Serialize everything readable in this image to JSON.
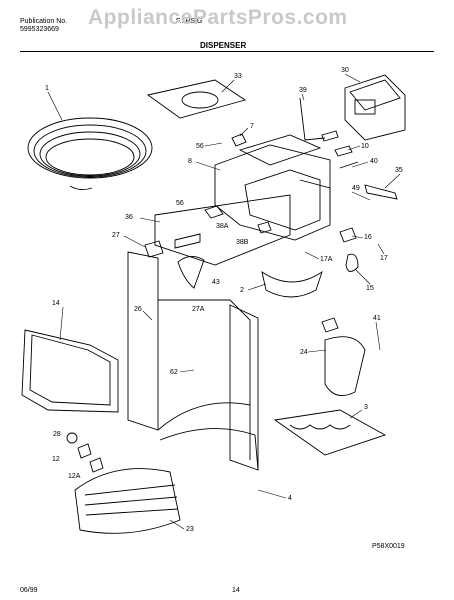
{
  "header": {
    "publication_label": "Publication No.",
    "publication_number": "5995323669",
    "model_partial": "F...RS.G",
    "watermark": "AppliancePartsPros.com",
    "section_title": "DISPENSER"
  },
  "callouts": [
    "1",
    "33",
    "30",
    "39",
    "7",
    "56",
    "10",
    "8",
    "40",
    "35",
    "49",
    "56",
    "36",
    "38A",
    "27",
    "38B",
    "16",
    "17",
    "2",
    "17A",
    "15",
    "43",
    "14",
    "26",
    "27A",
    "41",
    "24",
    "62",
    "3",
    "28",
    "12",
    "12A",
    "4",
    "23"
  ],
  "diagram_code": "P58X0019",
  "footer": {
    "date": "06/99",
    "page": "14"
  }
}
